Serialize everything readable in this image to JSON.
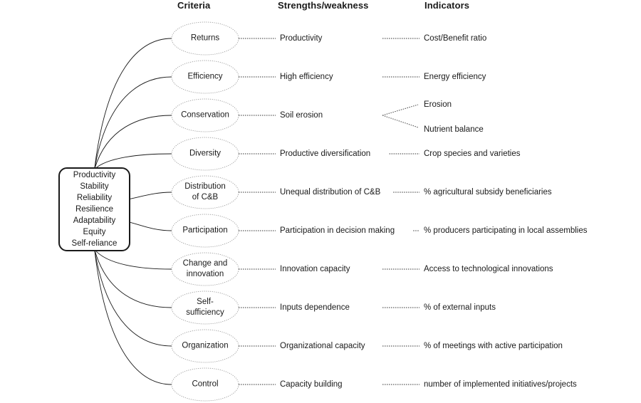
{
  "headers": {
    "criteria": "Criteria",
    "strengths": "Strengths/weakness",
    "indicators": "Indicators"
  },
  "attributes": [
    "Productivity",
    "Stability",
    "Reliability",
    "Resilience",
    "Adaptability",
    "Equity",
    "Self-reliance"
  ],
  "rows": [
    {
      "criterion": "Returns",
      "strength": "Productivity",
      "indicators": [
        "Cost/Benefit ratio"
      ]
    },
    {
      "criterion": "Efficiency",
      "strength": "High efficiency",
      "indicators": [
        "Energy efficiency"
      ]
    },
    {
      "criterion": "Conservation",
      "strength": "Soil erosion",
      "indicators": [
        "Erosion",
        "Nutrient balance"
      ]
    },
    {
      "criterion": "Diversity",
      "strength": "Productive diversification",
      "indicators": [
        "Crop species and varieties"
      ]
    },
    {
      "criterion": "Distribution of C&B",
      "strength": "Unequal distribution of C&B",
      "indicators": [
        "% agricultural subsidy beneficiaries"
      ]
    },
    {
      "criterion": "Participation",
      "strength": "Participation in decision making",
      "indicators": [
        "% producers participating in local assemblies"
      ]
    },
    {
      "criterion": "Change and innovation",
      "strength": "Innovation capacity",
      "indicators": [
        "Access to technological innovations"
      ]
    },
    {
      "criterion": "Self-sufficiency",
      "strength": "Inputs dependence",
      "indicators": [
        "% of external inputs"
      ]
    },
    {
      "criterion": "Organization",
      "strength": "Organizational capacity",
      "indicators": [
        "% of meetings with active participation"
      ]
    },
    {
      "criterion": "Control",
      "strength": "Capacity building",
      "indicators": [
        "number of implemented initiatives/projects"
      ]
    }
  ]
}
